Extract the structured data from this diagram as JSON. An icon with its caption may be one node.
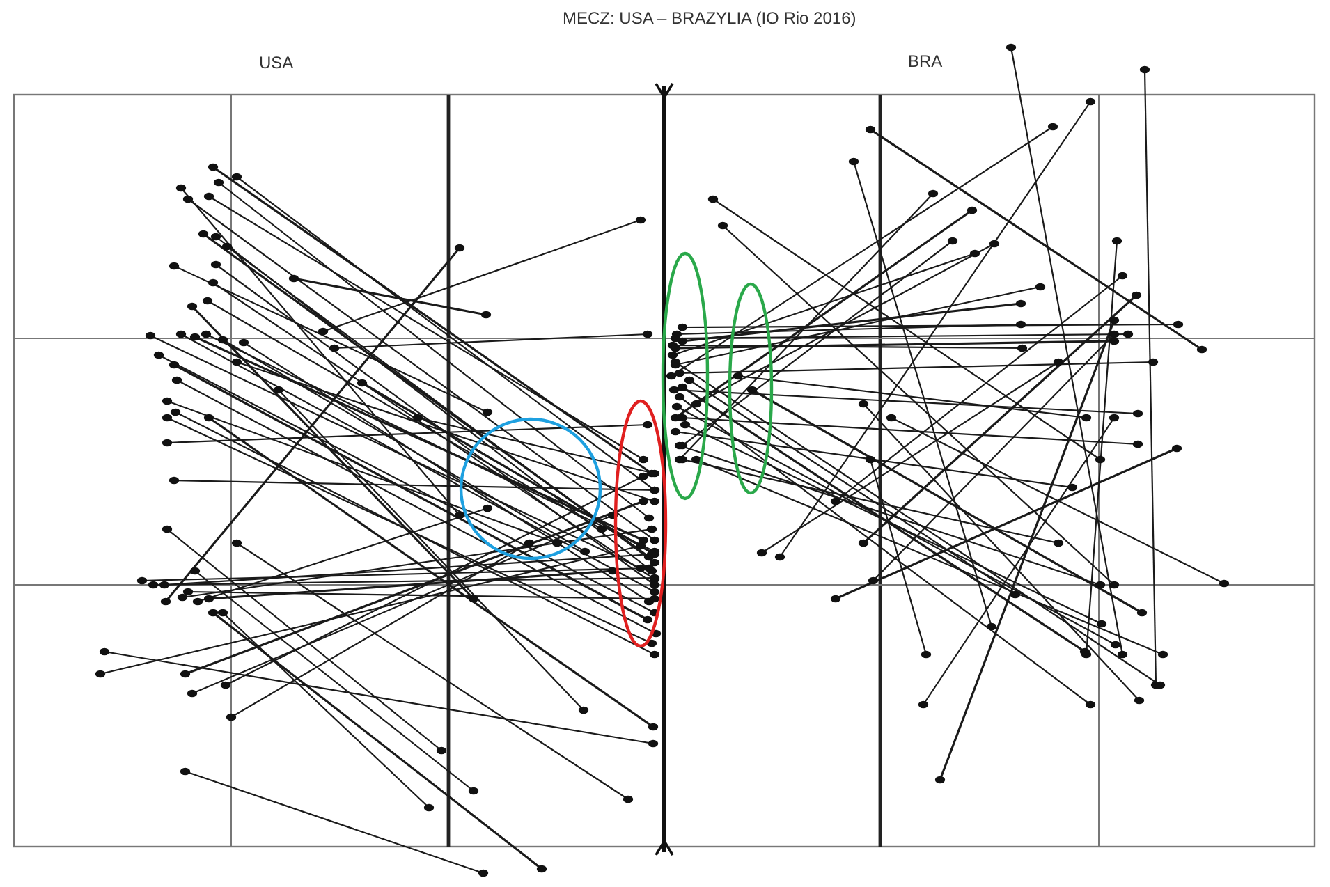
{
  "diagram": {
    "title": "MECZ: USA – BRAZYLIA (IO Rio 2016)",
    "labels": [
      "USA",
      "BRA"
    ]
  }
}
